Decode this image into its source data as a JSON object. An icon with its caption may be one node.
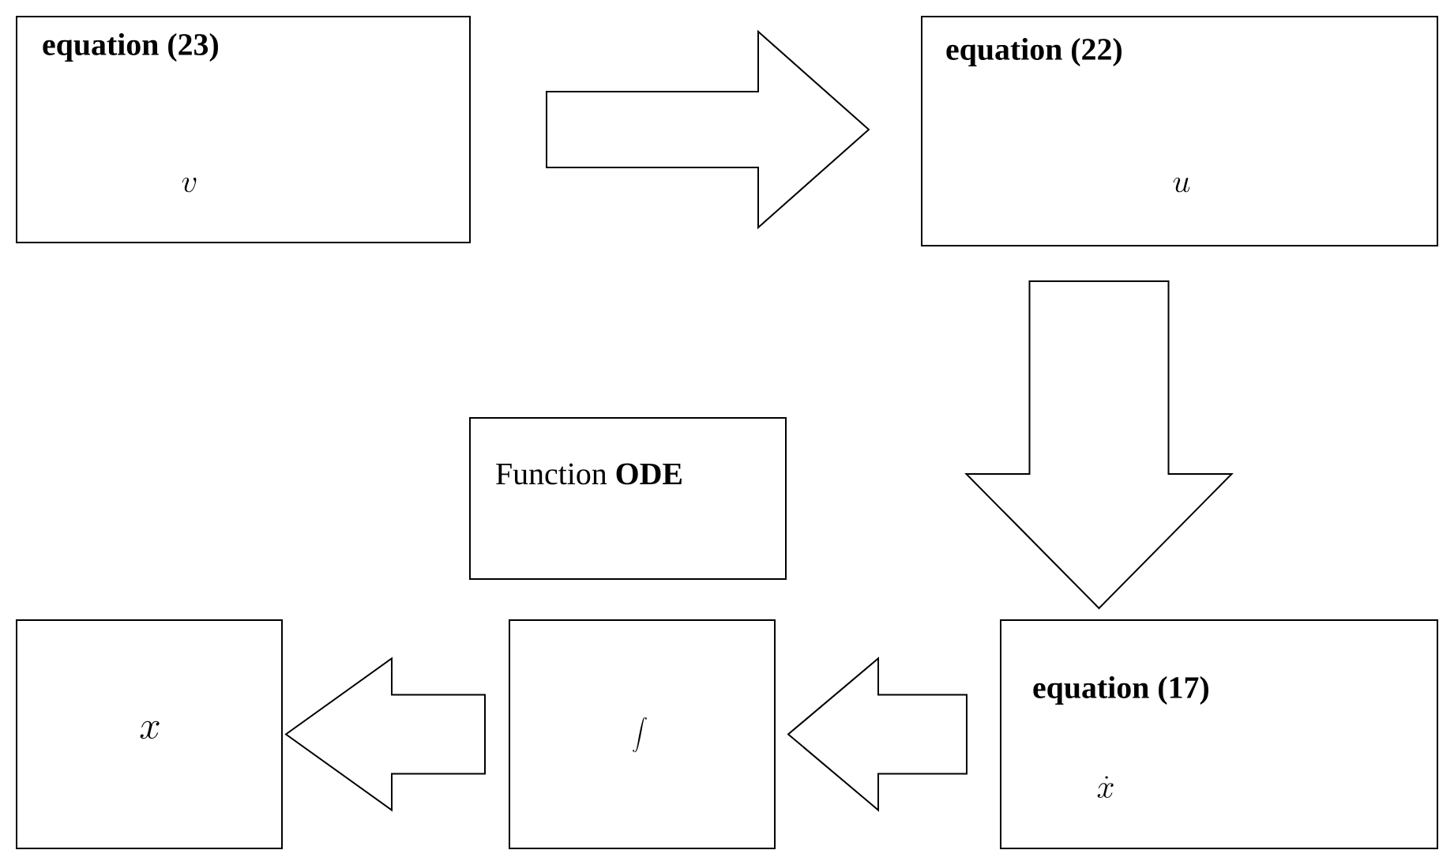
{
  "diagram": {
    "nodes": [
      {
        "text": [
          "equation (23)",
          "v"
        ]
      },
      {
        "text": [
          "equation (22)",
          "u"
        ]
      },
      {
        "text": [
          "Function **ODE**"
        ]
      },
      {
        "text": [
          "equation (17)",
          "\\dot{x}"
        ]
      },
      {
        "text": [
          "\\int"
        ]
      },
      {
        "text": [
          "x"
        ]
      }
    ],
    "edges": [
      {
        "from": 0,
        "to": 1,
        "arrow": "to"
      },
      {
        "from": 1,
        "to": 3,
        "arrow": "to"
      },
      {
        "from": 3,
        "to": 4,
        "arrow": "to"
      },
      {
        "from": 4,
        "to": 5,
        "arrow": "to"
      }
    ]
  }
}
